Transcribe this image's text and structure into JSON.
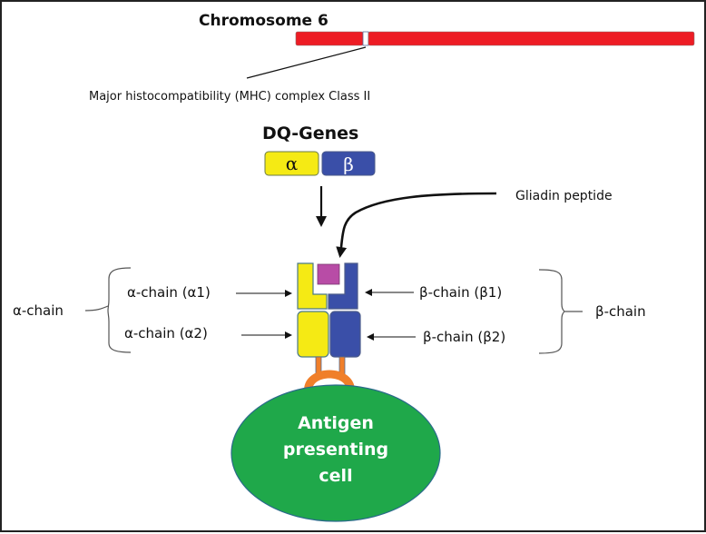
{
  "diagram": {
    "chromosome": {
      "title": "Chromosome 6",
      "color": "#ed1c24",
      "band_color": "#ffffff"
    },
    "mhc_label": "Major histocompatibility (MHC) complex Class II",
    "dq_genes": {
      "title": "DQ-Genes",
      "alpha_symbol": "α",
      "beta_symbol": "β",
      "alpha_color": "#f5ea14",
      "beta_color": "#3a4fa8"
    },
    "gliadin_label": "Gliadin peptide",
    "peptide_color": "#b84ca6",
    "left_labels": {
      "group": "α-chain",
      "a1": "α-chain (α1)",
      "a2": "α-chain (α2)"
    },
    "right_labels": {
      "group": "β-chain",
      "b1": "β-chain (β1)",
      "b2": "β-chain (β2)"
    },
    "cell": {
      "line1": "Antigen",
      "line2": "presenting",
      "line3": "cell",
      "color": "#1fa84a",
      "anchor_color": "#f07f2a"
    }
  }
}
